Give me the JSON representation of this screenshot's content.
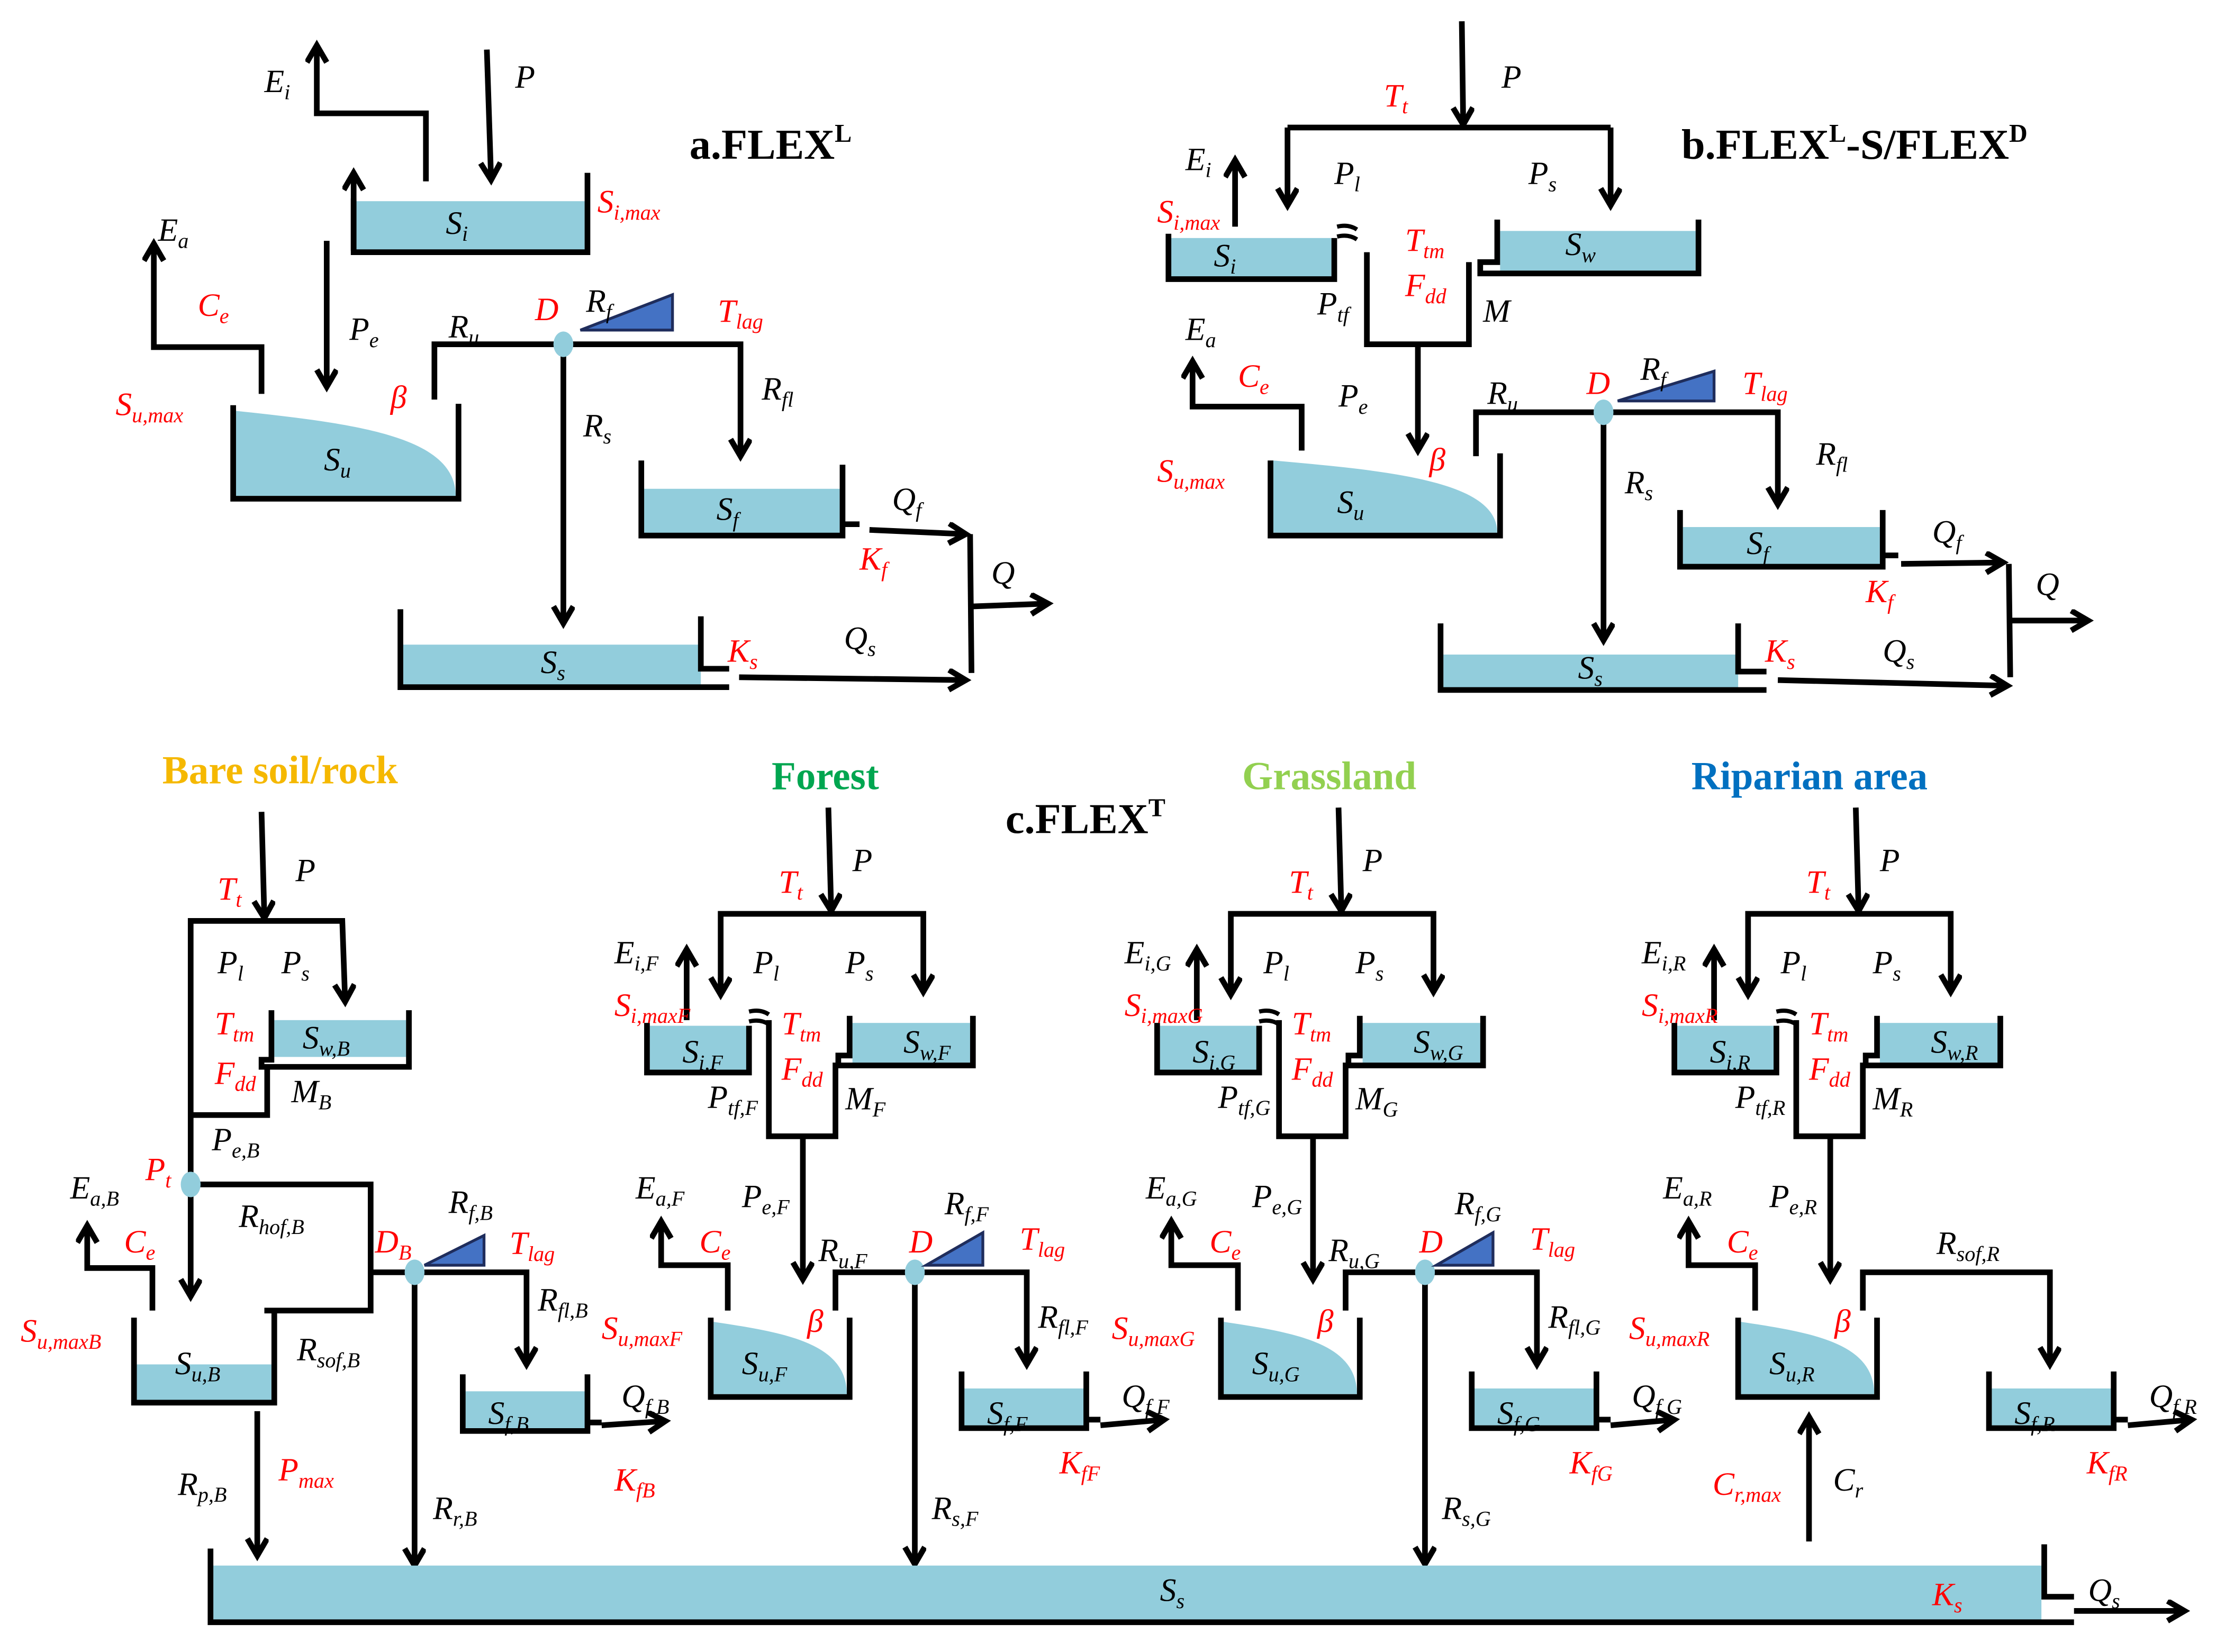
{
  "colors": {
    "water": "#92cddc",
    "triangle": "#4472c4",
    "triangle_edge": "#1f2d5c",
    "node": "#92cddc",
    "parameter": "#ff0000",
    "flux": "#000000"
  },
  "panel_a": {
    "title": {
      "main": "a.FLEX",
      "sup": "L"
    },
    "labels": {
      "P": {
        "m": "P"
      },
      "Ei": {
        "m": "E",
        "s": "i"
      },
      "Si": {
        "m": "S",
        "s": "i"
      },
      "Simax": {
        "m": "S",
        "s": "i,max",
        "c": "r"
      },
      "Pe": {
        "m": "P",
        "s": "e"
      },
      "Ea": {
        "m": "E",
        "s": "a"
      },
      "Ce": {
        "m": "C",
        "s": "e",
        "c": "r"
      },
      "Sumax": {
        "m": "S",
        "s": "u,max",
        "c": "r"
      },
      "Su": {
        "m": "S",
        "s": "u"
      },
      "beta": {
        "m": "β",
        "c": "r"
      },
      "Ru": {
        "m": "R",
        "s": "u"
      },
      "D": {
        "m": "D",
        "c": "r"
      },
      "Rf": {
        "m": "R",
        "s": "f"
      },
      "Tlag": {
        "m": "T",
        "s": "lag",
        "c": "r"
      },
      "Rfl": {
        "m": "R",
        "s": "fl"
      },
      "Rs": {
        "m": "R",
        "s": "s"
      },
      "Sf": {
        "m": "S",
        "s": "f"
      },
      "Qf": {
        "m": "Q",
        "s": "f"
      },
      "Kf": {
        "m": "K",
        "s": "f",
        "c": "r"
      },
      "Ss": {
        "m": "S",
        "s": "s"
      },
      "Ks": {
        "m": "K",
        "s": "s",
        "c": "r"
      },
      "Qs": {
        "m": "Q",
        "s": "s"
      },
      "Q": {
        "m": "Q"
      }
    }
  },
  "panel_b": {
    "title": {
      "main1": "b.FLEX",
      "sup1": "L",
      "main2": "-S/FLEX",
      "sup2": "D"
    },
    "labels": {
      "P": {
        "m": "P"
      },
      "Tt": {
        "m": "T",
        "s": "t",
        "c": "r"
      },
      "Pl": {
        "m": "P",
        "s": "l"
      },
      "Ps": {
        "m": "P",
        "s": "s"
      },
      "Ei": {
        "m": "E",
        "s": "i"
      },
      "Simax": {
        "m": "S",
        "s": "i,max",
        "c": "r"
      },
      "Si": {
        "m": "S",
        "s": "i"
      },
      "Sw": {
        "m": "S",
        "s": "w"
      },
      "Ttm": {
        "m": "T",
        "s": "tm",
        "c": "r"
      },
      "Fdd": {
        "m": "F",
        "s": "dd",
        "c": "r"
      },
      "Ptf": {
        "m": "P",
        "s": "tf"
      },
      "M": {
        "m": "M"
      },
      "Ea": {
        "m": "E",
        "s": "a"
      },
      "Ce": {
        "m": "C",
        "s": "e",
        "c": "r"
      },
      "Pe": {
        "m": "P",
        "s": "e"
      },
      "Sumax": {
        "m": "S",
        "s": "u,max",
        "c": "r"
      },
      "Su": {
        "m": "S",
        "s": "u"
      },
      "beta": {
        "m": "β",
        "c": "r"
      },
      "Ru": {
        "m": "R",
        "s": "u"
      },
      "D": {
        "m": "D",
        "c": "r"
      },
      "Rf": {
        "m": "R",
        "s": "f"
      },
      "Tlag": {
        "m": "T",
        "s": "lag",
        "c": "r"
      },
      "Rfl": {
        "m": "R",
        "s": "fl"
      },
      "Rs": {
        "m": "R",
        "s": "s"
      },
      "Sf": {
        "m": "S",
        "s": "f"
      },
      "Qf": {
        "m": "Q",
        "s": "f"
      },
      "Kf": {
        "m": "K",
        "s": "f",
        "c": "r"
      },
      "Ss": {
        "m": "S",
        "s": "s"
      },
      "Ks": {
        "m": "K",
        "s": "s",
        "c": "r"
      },
      "Qs": {
        "m": "Q",
        "s": "s"
      },
      "Q": {
        "m": "Q"
      }
    }
  },
  "panel_c": {
    "title": {
      "main": "c.FLEX",
      "sup": "T"
    },
    "shared": {
      "Ss": {
        "m": "S",
        "s": "s"
      },
      "Ks": {
        "m": "K",
        "s": "s",
        "c": "r"
      },
      "Qs": {
        "m": "Q",
        "s": "s"
      }
    },
    "bare": {
      "name": "Bare soil/rock",
      "color": "#f5b800",
      "labels": {
        "P": {
          "m": "P"
        },
        "Tt": {
          "m": "T",
          "s": "t",
          "c": "r"
        },
        "Pl": {
          "m": "P",
          "s": "l"
        },
        "Ps": {
          "m": "P",
          "s": "s"
        },
        "Sw": {
          "m": "S",
          "s": "w,B"
        },
        "Ttm": {
          "m": "T",
          "s": "tm",
          "c": "r"
        },
        "Fdd": {
          "m": "F",
          "s": "dd",
          "c": "r"
        },
        "M": {
          "m": "M",
          "s": "B"
        },
        "Pe": {
          "m": "P",
          "s": "e,B"
        },
        "Pt": {
          "m": "P",
          "s": "t",
          "c": "r"
        },
        "Ea": {
          "m": "E",
          "s": "a,B"
        },
        "Ce": {
          "m": "C",
          "s": "e",
          "c": "r"
        },
        "Rhof": {
          "m": "R",
          "s": "hof,B"
        },
        "D": {
          "m": "D",
          "s": "B",
          "c": "r"
        },
        "Rf": {
          "m": "R",
          "s": "f,B"
        },
        "Tlag": {
          "m": "T",
          "s": "lag",
          "c": "r"
        },
        "Rfl": {
          "m": "R",
          "s": "fl,B"
        },
        "Sumax": {
          "m": "S",
          "s": "u,maxB",
          "c": "r"
        },
        "Su": {
          "m": "S",
          "s": "u,B"
        },
        "Rsof": {
          "m": "R",
          "s": "sof,B"
        },
        "Sf": {
          "m": "S",
          "s": "f,B"
        },
        "Qf": {
          "m": "Q",
          "s": "f,B"
        },
        "Kf": {
          "m": "K",
          "s": "fB",
          "c": "r"
        },
        "Rp": {
          "m": "R",
          "s": "p,B"
        },
        "Pmax": {
          "m": "P",
          "s": "max",
          "c": "r"
        },
        "Rr": {
          "m": "R",
          "s": "r,B"
        }
      }
    },
    "landscapes": [
      {
        "name": "Forest",
        "color": "#00a650",
        "labels": {
          "P": {
            "m": "P"
          },
          "Tt": {
            "m": "T",
            "s": "t",
            "c": "r"
          },
          "Pl": {
            "m": "P",
            "s": "l"
          },
          "Ps": {
            "m": "P",
            "s": "s"
          },
          "Ei": {
            "m": "E",
            "s": "i,F"
          },
          "Simax": {
            "m": "S",
            "s": "i,maxF",
            "c": "r"
          },
          "Si": {
            "m": "S",
            "s": "i,F"
          },
          "Ttm": {
            "m": "T",
            "s": "tm",
            "c": "r"
          },
          "Sw": {
            "m": "S",
            "s": "w,F"
          },
          "Fdd": {
            "m": "F",
            "s": "dd",
            "c": "r"
          },
          "Ptf": {
            "m": "P",
            "s": "tf,F"
          },
          "M": {
            "m": "M",
            "s": "F"
          },
          "Pe": {
            "m": "P",
            "s": "e,F"
          },
          "Ea": {
            "m": "E",
            "s": "a,F"
          },
          "Ce": {
            "m": "C",
            "s": "e",
            "c": "r"
          },
          "Sumax": {
            "m": "S",
            "s": "u,maxF",
            "c": "r"
          },
          "Su": {
            "m": "S",
            "s": "u,F"
          },
          "beta": {
            "m": "β",
            "c": "r"
          },
          "Ru": {
            "m": "R",
            "s": "u,F"
          },
          "D": {
            "m": "D",
            "c": "r"
          },
          "Rf": {
            "m": "R",
            "s": "f,F"
          },
          "Tlag": {
            "m": "T",
            "s": "lag",
            "c": "r"
          },
          "Rfl": {
            "m": "R",
            "s": "fl,F"
          },
          "Rs": {
            "m": "R",
            "s": "s,F"
          },
          "Sf": {
            "m": "S",
            "s": "f,F"
          },
          "Qf": {
            "m": "Q",
            "s": "f,F"
          },
          "Kf": {
            "m": "K",
            "s": "fF",
            "c": "r"
          }
        }
      },
      {
        "name": "Grassland",
        "color": "#92d050",
        "labels": {
          "P": {
            "m": "P"
          },
          "Tt": {
            "m": "T",
            "s": "t",
            "c": "r"
          },
          "Pl": {
            "m": "P",
            "s": "l"
          },
          "Ps": {
            "m": "P",
            "s": "s"
          },
          "Ei": {
            "m": "E",
            "s": "i,G"
          },
          "Simax": {
            "m": "S",
            "s": "i,maxG",
            "c": "r"
          },
          "Si": {
            "m": "S",
            "s": "i,G"
          },
          "Ttm": {
            "m": "T",
            "s": "tm",
            "c": "r"
          },
          "Sw": {
            "m": "S",
            "s": "w,G"
          },
          "Fdd": {
            "m": "F",
            "s": "dd",
            "c": "r"
          },
          "Ptf": {
            "m": "P",
            "s": "tf,G"
          },
          "M": {
            "m": "M",
            "s": "G"
          },
          "Pe": {
            "m": "P",
            "s": "e,G"
          },
          "Ea": {
            "m": "E",
            "s": "a,G"
          },
          "Ce": {
            "m": "C",
            "s": "e",
            "c": "r"
          },
          "Sumax": {
            "m": "S",
            "s": "u,maxG",
            "c": "r"
          },
          "Su": {
            "m": "S",
            "s": "u,G"
          },
          "beta": {
            "m": "β",
            "c": "r"
          },
          "Ru": {
            "m": "R",
            "s": "u,G"
          },
          "D": {
            "m": "D",
            "c": "r"
          },
          "Rf": {
            "m": "R",
            "s": "f,G"
          },
          "Tlag": {
            "m": "T",
            "s": "lag",
            "c": "r"
          },
          "Rfl": {
            "m": "R",
            "s": "fl,G"
          },
          "Rs": {
            "m": "R",
            "s": "s,G"
          },
          "Sf": {
            "m": "S",
            "s": "f,G"
          },
          "Qf": {
            "m": "Q",
            "s": "f,G"
          },
          "Kf": {
            "m": "K",
            "s": "fG",
            "c": "r"
          }
        }
      },
      {
        "name": "Riparian area",
        "color": "#0070c0",
        "labels": {
          "P": {
            "m": "P"
          },
          "Tt": {
            "m": "T",
            "s": "t",
            "c": "r"
          },
          "Pl": {
            "m": "P",
            "s": "l"
          },
          "Ps": {
            "m": "P",
            "s": "s"
          },
          "Ei": {
            "m": "E",
            "s": "i,R"
          },
          "Simax": {
            "m": "S",
            "s": "i,maxR",
            "c": "r"
          },
          "Si": {
            "m": "S",
            "s": "i,R"
          },
          "Ttm": {
            "m": "T",
            "s": "tm",
            "c": "r"
          },
          "Sw": {
            "m": "S",
            "s": "w,R"
          },
          "Fdd": {
            "m": "F",
            "s": "dd",
            "c": "r"
          },
          "Ptf": {
            "m": "P",
            "s": "tf,R"
          },
          "M": {
            "m": "M",
            "s": "R"
          },
          "Pe": {
            "m": "P",
            "s": "e,R"
          },
          "Ea": {
            "m": "E",
            "s": "a,R"
          },
          "Ce": {
            "m": "C",
            "s": "e",
            "c": "r"
          },
          "Sumax": {
            "m": "S",
            "s": "u,maxR",
            "c": "r"
          },
          "Su": {
            "m": "S",
            "s": "u,R"
          },
          "beta": {
            "m": "β",
            "c": "r"
          },
          "Rsof": {
            "m": "R",
            "s": "sof,R"
          },
          "Sf": {
            "m": "S",
            "s": "f,R"
          },
          "Qf": {
            "m": "Q",
            "s": "f,R"
          },
          "Kf": {
            "m": "K",
            "s": "fR",
            "c": "r"
          },
          "Crmax": {
            "m": "C",
            "s": "r,max",
            "c": "r"
          },
          "Cr": {
            "m": "C",
            "s": "r"
          }
        }
      }
    ]
  }
}
